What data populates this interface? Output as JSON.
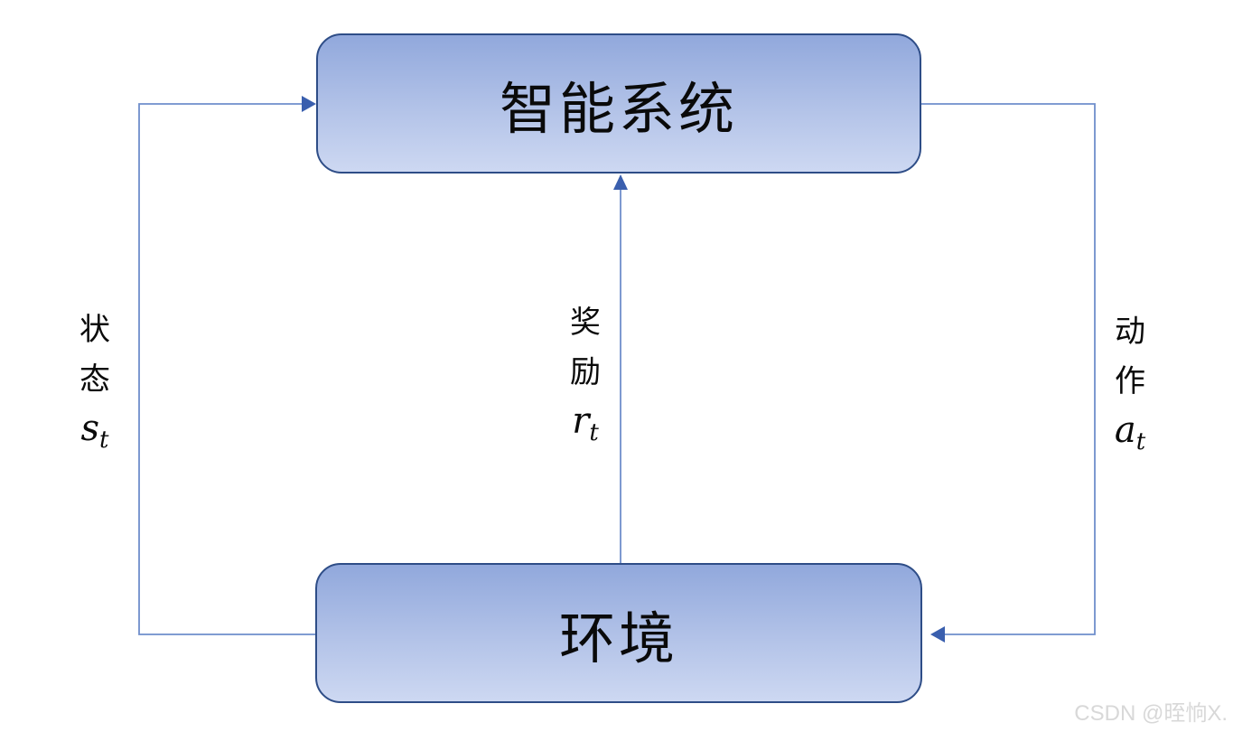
{
  "diagram": {
    "nodes": {
      "agent": {
        "label": "智能系统"
      },
      "environment": {
        "label": "环境"
      }
    },
    "edges": {
      "state": {
        "label_chars": [
          "状",
          "态"
        ],
        "symbol": "s",
        "subscript": "t",
        "direction": "environment → agent"
      },
      "reward": {
        "label_chars": [
          "奖",
          "励"
        ],
        "symbol": "r",
        "subscript": "t",
        "direction": "environment → agent"
      },
      "action": {
        "label_chars": [
          "动",
          "作"
        ],
        "symbol": "a",
        "subscript": "t",
        "direction": "agent → environment"
      }
    },
    "colors": {
      "node_border": "#2e4d87",
      "node_fill_top": "#91a8dc",
      "node_fill_bottom": "#cdd8f2",
      "connector_line": "#6f8ecb",
      "arrowhead": "#3a5fae",
      "text": "#0a0a0a",
      "watermark": "#d8d8d8"
    }
  },
  "watermark": {
    "text": "CSDN @晊恦X."
  }
}
